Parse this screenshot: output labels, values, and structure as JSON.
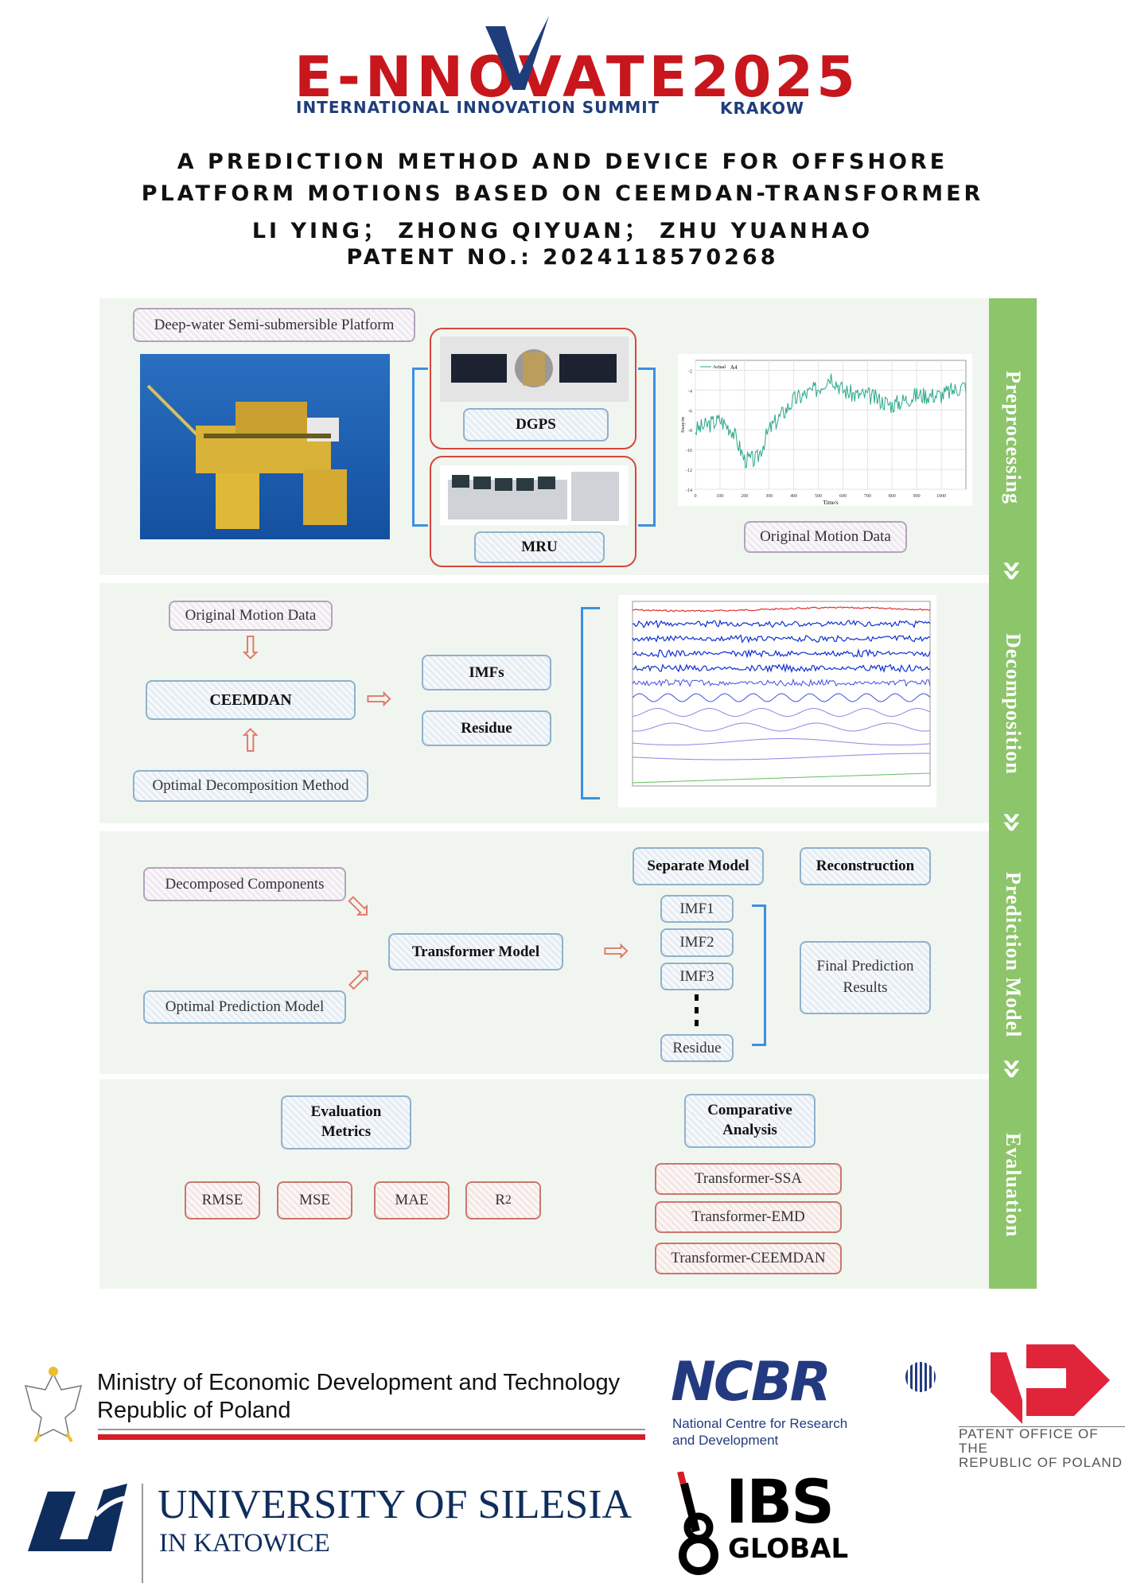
{
  "header": {
    "logo_word": "E-NNOVATE",
    "logo_year": "2025",
    "logo_subtitle": "INTERNATIONAL INNOVATION SUMMIT",
    "logo_city": "KRAKOW",
    "title_lines": [
      "A PREDICTION METHOD AND DEVICE FOR OFFSHORE",
      "PLATFORM MOTIONS BASED ON CEEMDAN-TRANSFORMER",
      "LI YING；  ZHONG QIYUAN；  ZHU YUANHAO",
      "PATENT NO.: 2024118570268"
    ]
  },
  "stages": [
    "Preprocessing",
    "Decomposition",
    "Prediction Model",
    "Evaluation"
  ],
  "preprocessing": {
    "platform_label": "Deep-water Semi-submersible Platform",
    "dgps_label": "DGPS",
    "mru_label": "MRU",
    "output_label": "Original Motion Data"
  },
  "chart_data": {
    "type": "line",
    "legend": "Actual",
    "series_label": "A4",
    "xlabel": "Time/s",
    "ylabel": "Sway/m",
    "x_ticks": [
      "0",
      "100",
      "200",
      "300",
      "400",
      "500",
      "600",
      "700",
      "800",
      "900",
      "1000"
    ],
    "y_ticks": [
      "-2",
      "-4",
      "-6",
      "-8",
      "-10",
      "-12",
      "-14"
    ],
    "xlim": [
      0,
      1100
    ],
    "ylim": [
      -14,
      -1
    ],
    "series": [
      {
        "name": "Actual",
        "x": [
          0,
          100,
          150,
          200,
          250,
          300,
          400,
          500,
          550,
          600,
          650,
          700,
          800,
          900,
          1000,
          1100
        ],
        "y": [
          -8,
          -7,
          -8,
          -11,
          -11,
          -8,
          -5,
          -3.8,
          -2.5,
          -4,
          -4.5,
          -4.5,
          -5.5,
          -4.5,
          -4.5,
          -3.5
        ]
      }
    ],
    "line_color": "#2aa88a"
  },
  "decomposition": {
    "input_label": "Original Motion Data",
    "method_label": "CEEMDAN",
    "optimizer_label": "Optimal Decomposition Method",
    "imfs_label": "IMFs",
    "residue_label": "Residue"
  },
  "prediction": {
    "components_label": "Decomposed Components",
    "optimal_label": "Optimal Prediction Model",
    "model_label": "Transformer Model",
    "separate_label": "Separate Model",
    "reconstruction_label": "Reconstruction",
    "items": [
      "IMF1",
      "IMF2",
      "IMF3",
      "Residue"
    ],
    "final_label": "Final Prediction Results"
  },
  "evaluation": {
    "metrics_label": "Evaluation Metrics",
    "metrics": [
      "RMSE",
      "MSE",
      "MAE",
      "R"
    ],
    "r2_sup": "2",
    "comparative_label": "Comparative Analysis",
    "models": [
      "Transformer-SSA",
      "Transformer-EMD",
      "Transformer-CEEMDAN"
    ]
  },
  "sponsors": {
    "ministry_line1": "Ministry of Economic Development and Technology",
    "ministry_line2": "Republic of Poland",
    "ncbr": "NCBR",
    "ncbr_sub1": "National Centre for Research",
    "ncbr_sub2": "and Development",
    "patent_office1": "PATENT OFFICE OF THE",
    "patent_office2": "REPUBLIC OF POLAND",
    "university": "UNIVERSITY OF SILESIA",
    "university_sub": "IN KATOWICE",
    "ibs": "IBS",
    "ibs_sub": "GLOBAL"
  }
}
